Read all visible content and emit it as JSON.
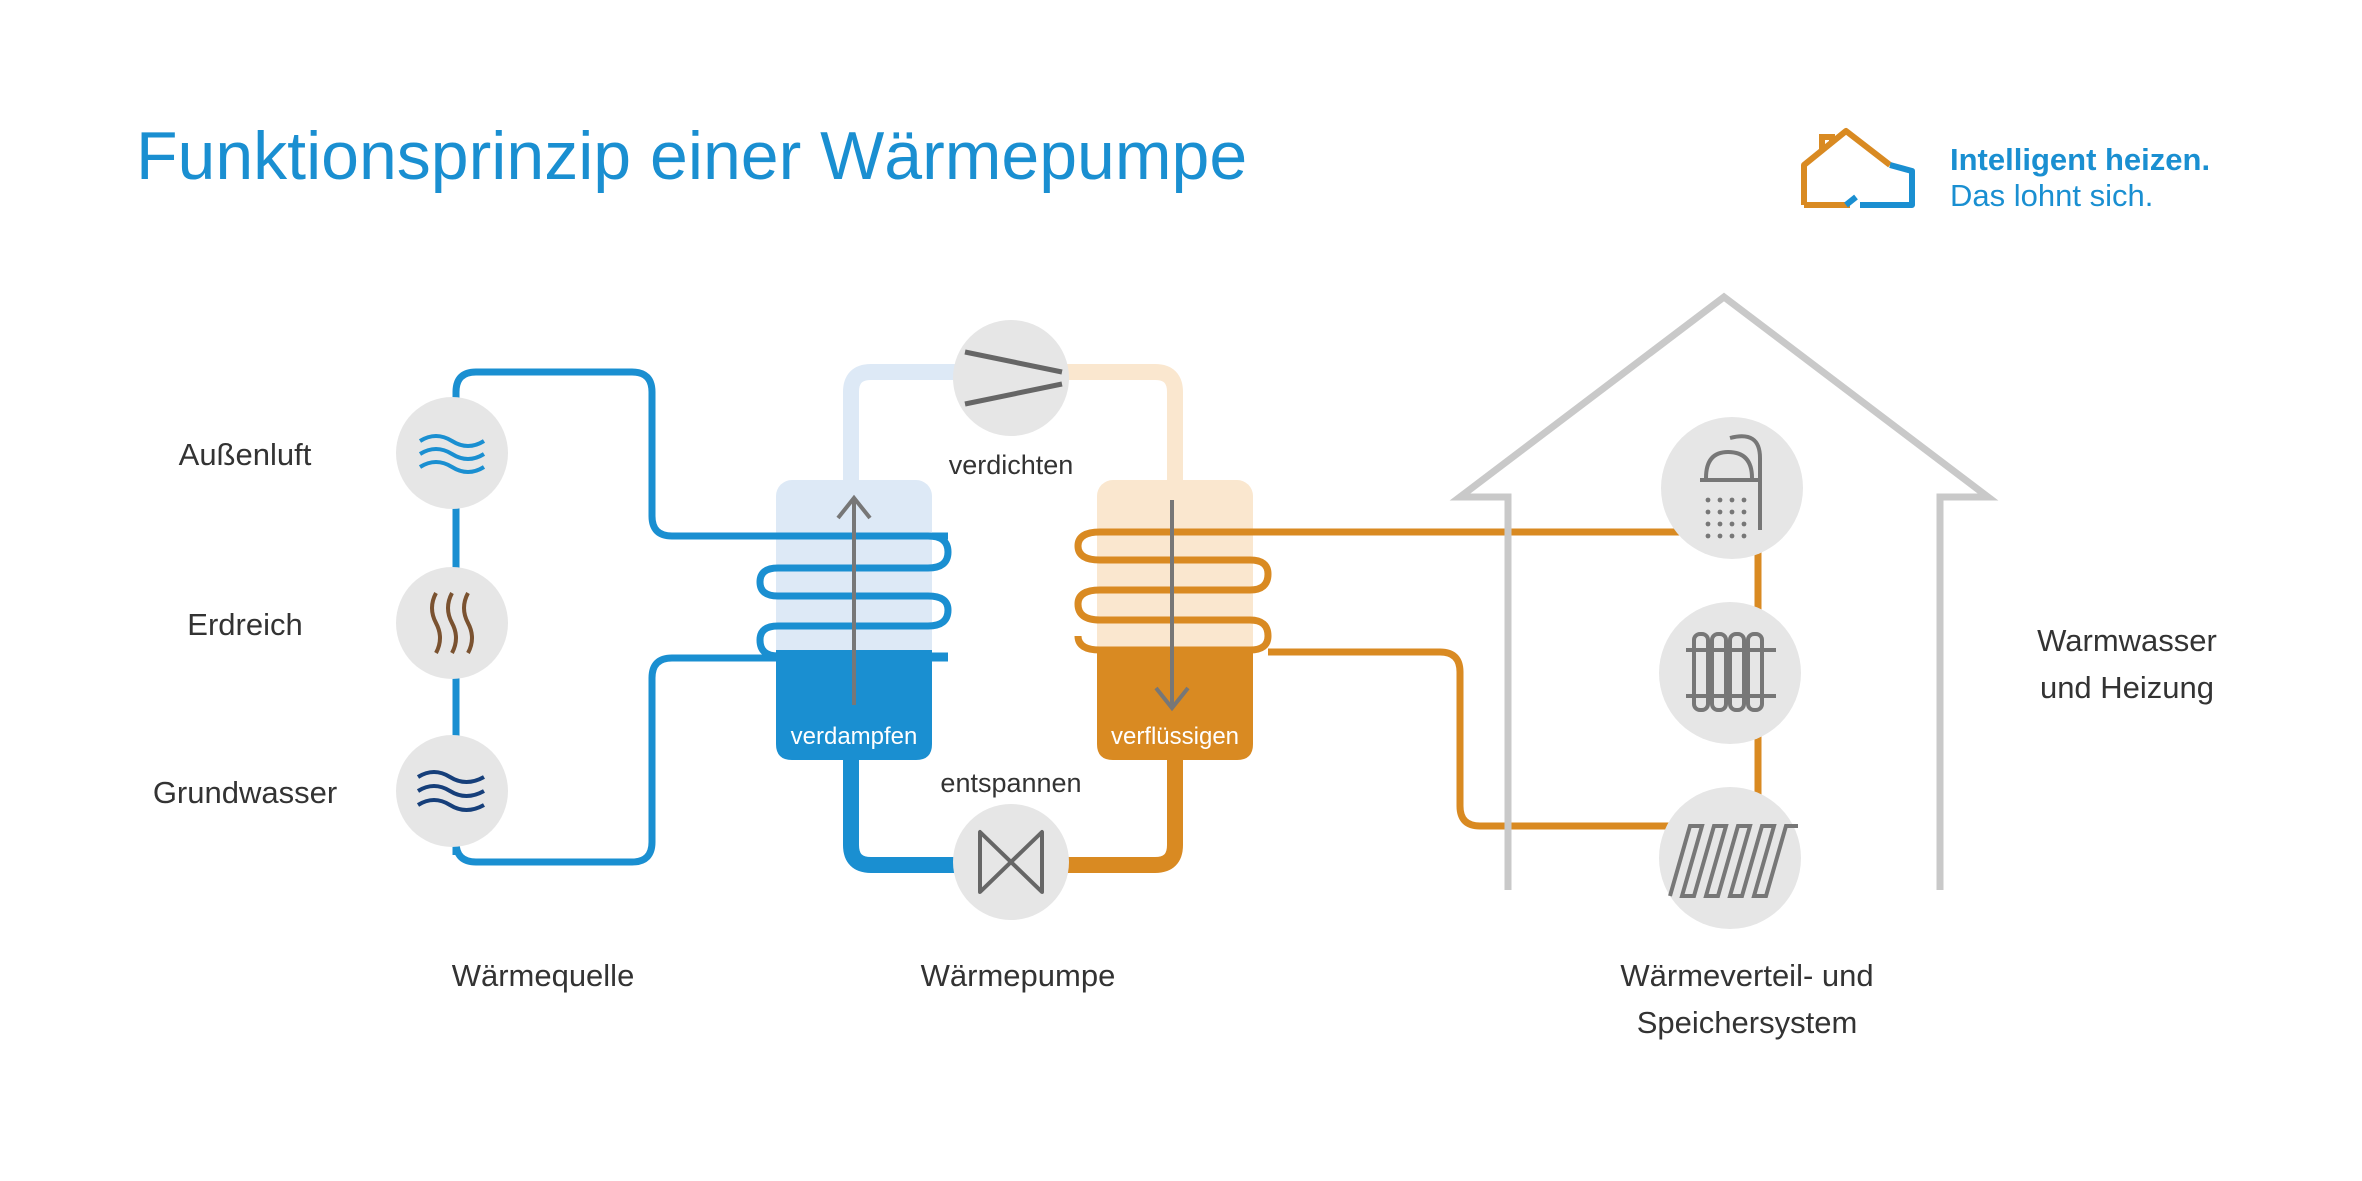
{
  "title": "Funktionsprinzip einer Wärmepumpe",
  "logo": {
    "line1": "Intelligent heizen.",
    "line2": "Das lohnt sich."
  },
  "sources": {
    "aussenluft": "Außenluft",
    "erdreich": "Erdreich",
    "grundwasser": "Grundwasser"
  },
  "steps": {
    "verdichten": "verdichten",
    "entspannen": "entspannen",
    "verdampfen": "verdampfen",
    "verfluessigen": "verflüssigen"
  },
  "sections": {
    "waermequelle": "Wärmequelle",
    "waermepumpe": "Wärmepumpe",
    "verteil_line1": "Wärmeverteil- und",
    "verteil_line2": "Speichersystem"
  },
  "house_label": {
    "line1": "Warmwasser",
    "line2": "und Heizung"
  },
  "icons": [
    "air-waves-icon",
    "ground-heat-icon",
    "water-waves-icon",
    "compressor-icon",
    "expansion-valve-icon",
    "shower-icon",
    "radiator-icon",
    "floor-heating-icon",
    "house-logo-icon"
  ],
  "colors": {
    "blue": "#1a8fd1",
    "light_blue": "#dde9f6",
    "orange": "#d98a22",
    "light_orange": "#fae7cf",
    "gray_circle": "#e6e6e6",
    "house_gray": "#c9c9c9"
  }
}
